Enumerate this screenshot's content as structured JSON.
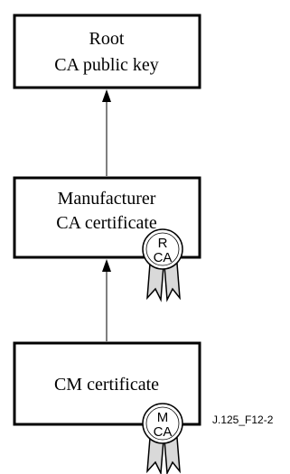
{
  "diagram": {
    "boxes": [
      {
        "id": "root",
        "lines": [
          "Root",
          "CA public key"
        ]
      },
      {
        "id": "manufacturer",
        "lines": [
          "Manufacturer",
          "CA certificate"
        ]
      },
      {
        "id": "cm",
        "lines": [
          "CM certificate"
        ]
      }
    ],
    "seals": [
      {
        "id": "seal-rca",
        "lines": [
          "R",
          "CA"
        ]
      },
      {
        "id": "seal-mca",
        "lines": [
          "M",
          "CA"
        ]
      }
    ],
    "figure_id": "J.125_F12-2",
    "colors": {
      "line": "#000000",
      "ribbon_fill": "#d9d9d9",
      "seal_fill": "#ffffff"
    }
  }
}
